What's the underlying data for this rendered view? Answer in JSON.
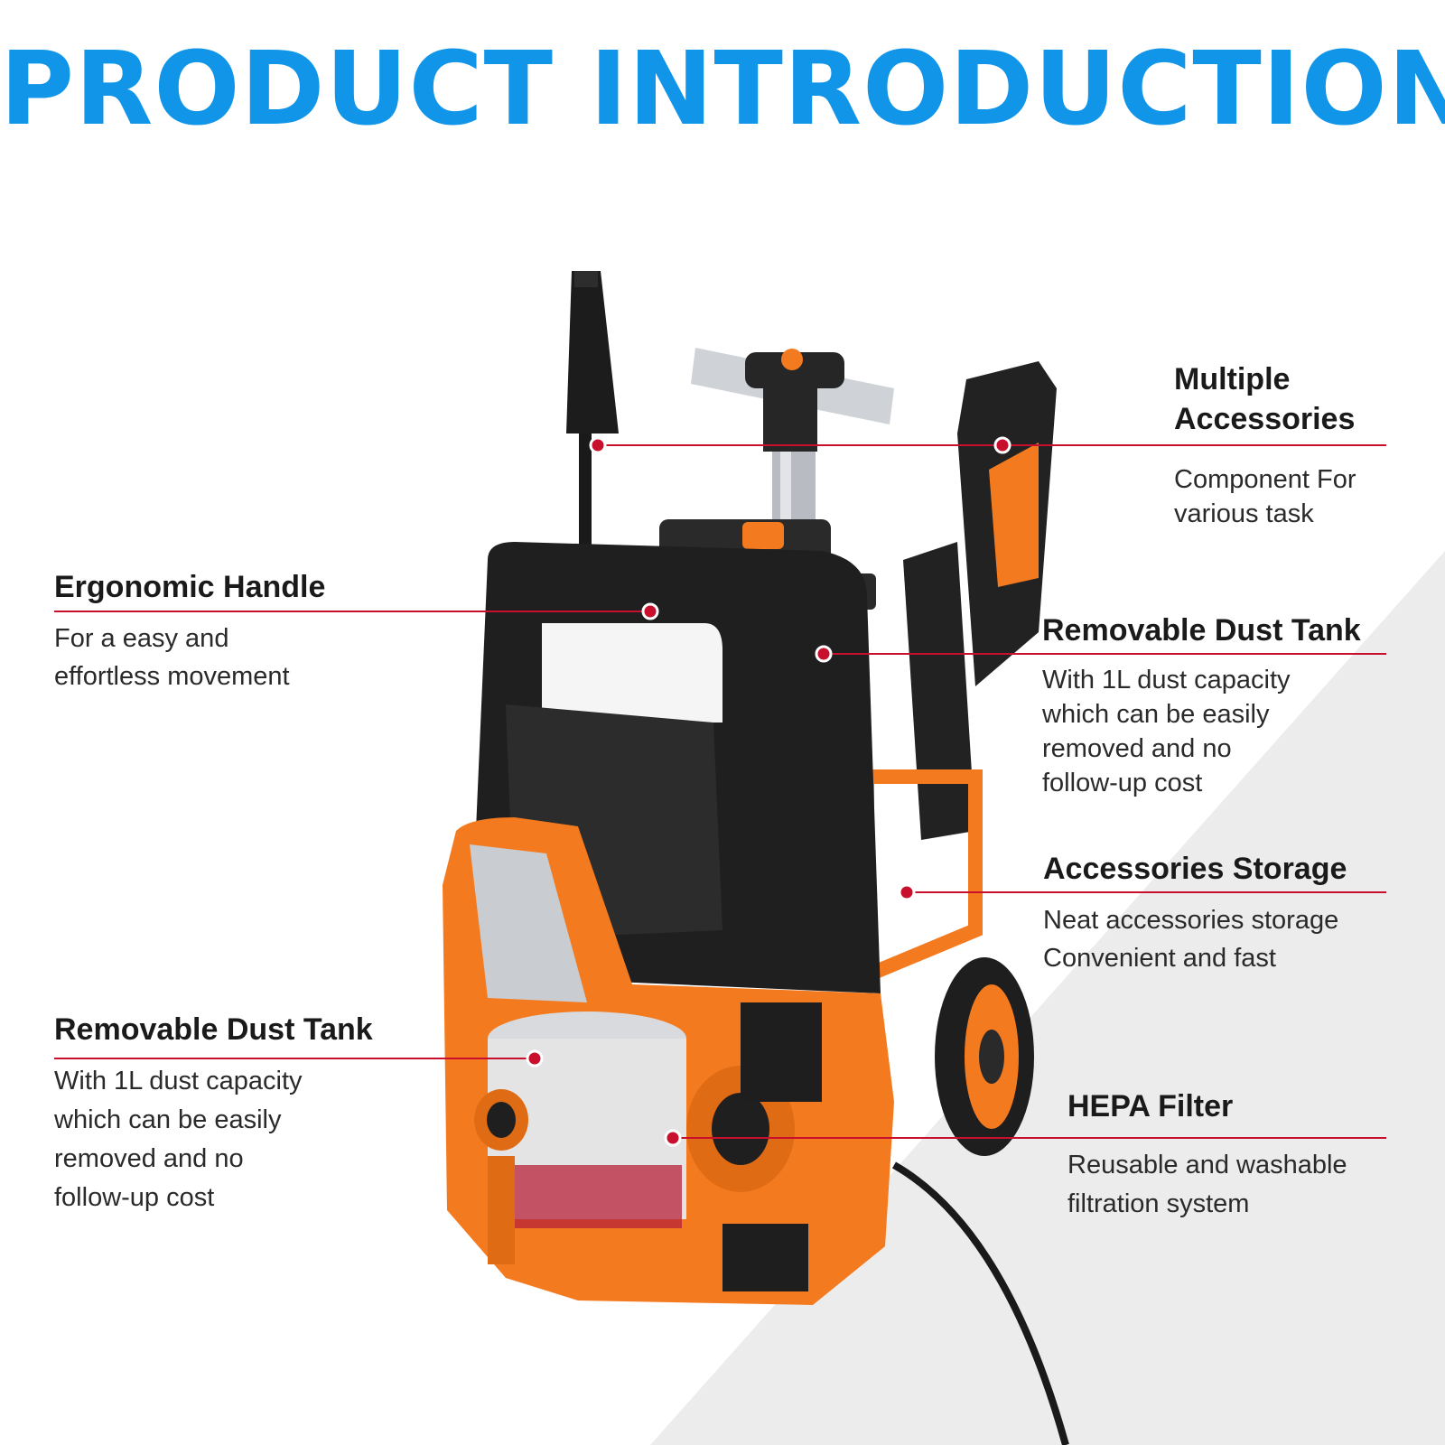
{
  "title": "PRODUCT INTRODUCTION",
  "colors": {
    "title_blue": "#1195e8",
    "accent_red": "#c8102e",
    "body_orange": "#f47a1f",
    "body_black": "#1e1e1e",
    "shade_gray": "#ececec"
  },
  "callouts": [
    {
      "id": "multiple-accessories",
      "heading_lines": [
        "Multiple",
        "Accessories"
      ],
      "desc_lines": [
        "Component For",
        "various task"
      ]
    },
    {
      "id": "ergonomic-handle",
      "heading_lines": [
        "Ergonomic Handle"
      ],
      "desc_lines": [
        "For a easy and",
        "effortless movement"
      ]
    },
    {
      "id": "removable-dust-tank-right",
      "heading_lines": [
        "Removable Dust Tank"
      ],
      "desc_lines": [
        "With 1L dust capacity",
        "which can be easily",
        "removed and no",
        "follow-up cost"
      ]
    },
    {
      "id": "accessories-storage",
      "heading_lines": [
        "Accessories Storage"
      ],
      "desc_lines": [
        "Neat accessories storage",
        "Convenient and fast"
      ]
    },
    {
      "id": "removable-dust-tank-left",
      "heading_lines": [
        "Removable Dust Tank"
      ],
      "desc_lines": [
        "With 1L dust capacity",
        "which can be easily",
        "removed and no",
        "follow-up cost"
      ]
    },
    {
      "id": "hepa-filter",
      "heading_lines": [
        "HEPA Filter"
      ],
      "desc_lines": [
        "Reusable and washable",
        "filtration system"
      ]
    }
  ]
}
